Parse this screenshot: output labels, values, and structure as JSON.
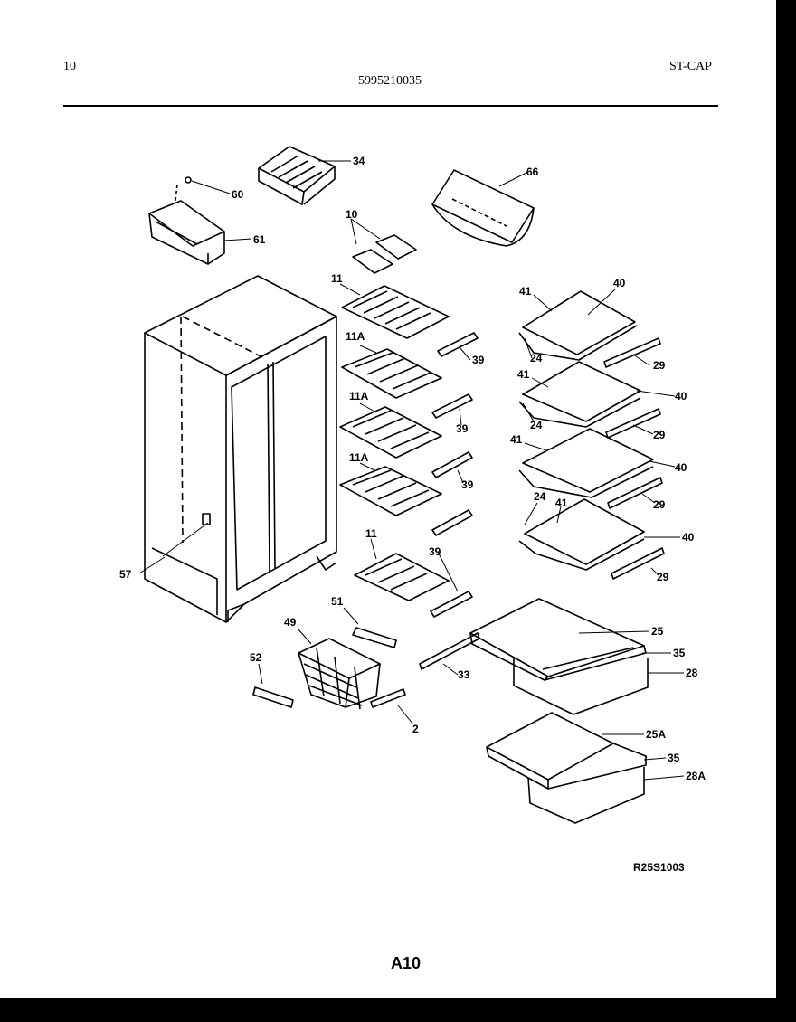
{
  "header": {
    "page_number": "10",
    "model_number": "5995210035",
    "section_code": "ST-CAP"
  },
  "diagram": {
    "drawing_code": "R25S1003",
    "page_label": "A10",
    "callouts": {
      "c34": "34",
      "c66": "66",
      "c60": "60",
      "c61": "61",
      "c10": "10",
      "c11a": "11",
      "c40a": "40",
      "c41a": "41",
      "c24a": "24",
      "c29a": "29",
      "c11A1": "11A",
      "c39a": "39",
      "c41b": "41",
      "c40b": "40",
      "c24b": "24",
      "c29b": "29",
      "c11A2": "11A",
      "c39b": "39",
      "c41c": "41",
      "c40c": "40",
      "c11A3": "11A",
      "c39c": "39",
      "c24c": "24",
      "c41d": "41",
      "c29c": "29",
      "c40d": "40",
      "c11b": "11",
      "c39d": "39",
      "c29d": "29",
      "c57": "57",
      "c51": "51",
      "c25": "25",
      "c49": "49",
      "c35a": "35",
      "c28": "28",
      "c52": "52",
      "c33": "33",
      "c2": "2",
      "c25A": "25A",
      "c35b": "35",
      "c28A": "28A"
    }
  }
}
